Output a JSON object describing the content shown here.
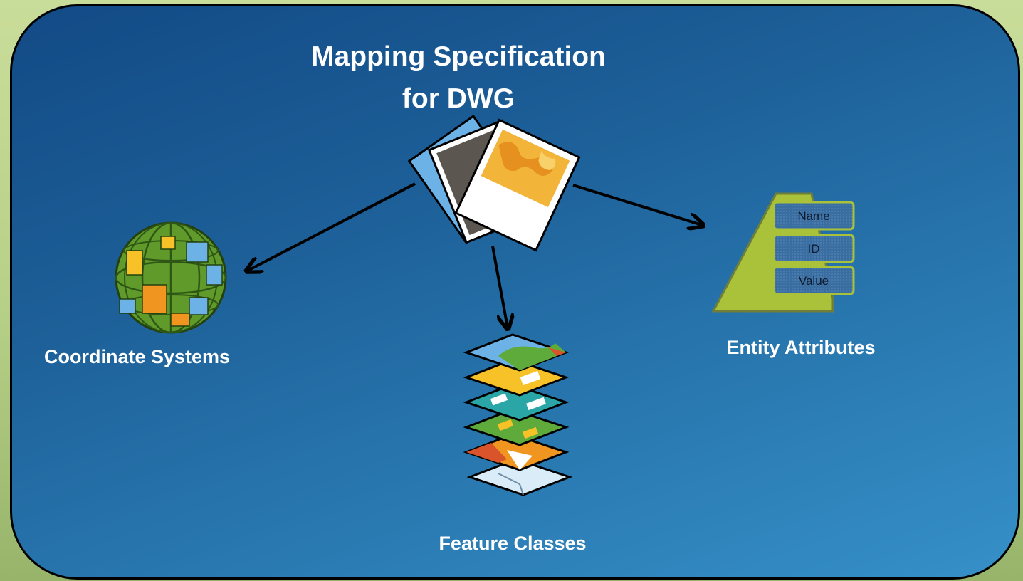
{
  "title": {
    "line1": "Mapping Specification",
    "line2": "for DWG"
  },
  "nodes": {
    "coordinate_systems": "Coordinate Systems",
    "feature_classes": "Feature Classes",
    "entity_attributes": "Entity Attributes"
  },
  "attribute_table": {
    "rows": [
      "Name",
      "ID",
      "Value"
    ]
  },
  "icons": {
    "center": "map-documents-icon",
    "left": "globe-icon",
    "bottom": "map-layers-icon",
    "right": "attribute-table-icon"
  },
  "colors": {
    "panel_top": "#124a86",
    "panel_bottom": "#3690c8",
    "frame_green": "#c9dd9a",
    "attribute_green": "#a9c23a",
    "text": "#ffffff"
  }
}
